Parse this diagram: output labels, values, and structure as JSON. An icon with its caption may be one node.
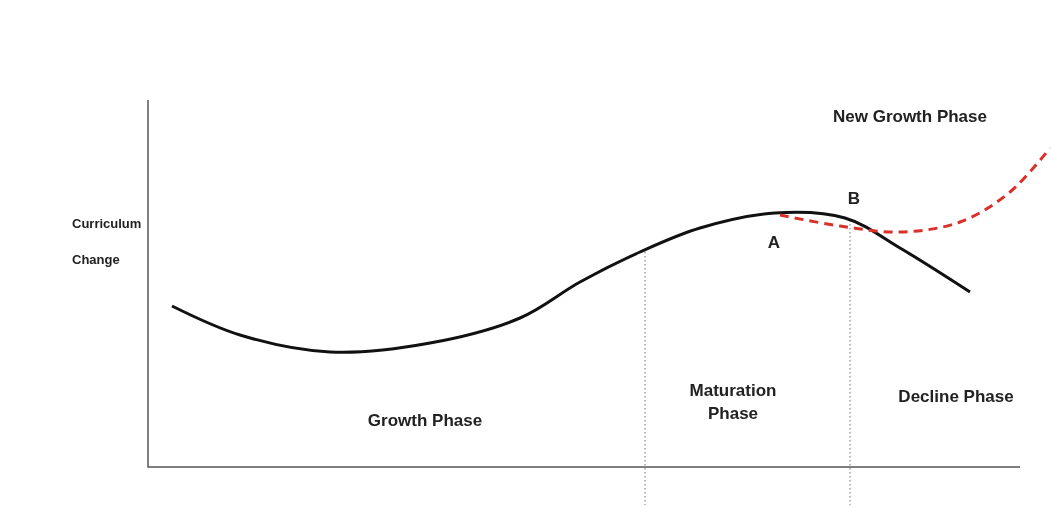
{
  "diagram": {
    "labels": [
      "Curriculum Change",
      "New Growth Phase",
      "B",
      "A",
      "Growth Phase",
      "Maturation Phase",
      "Decline Phase"
    ]
  }
}
